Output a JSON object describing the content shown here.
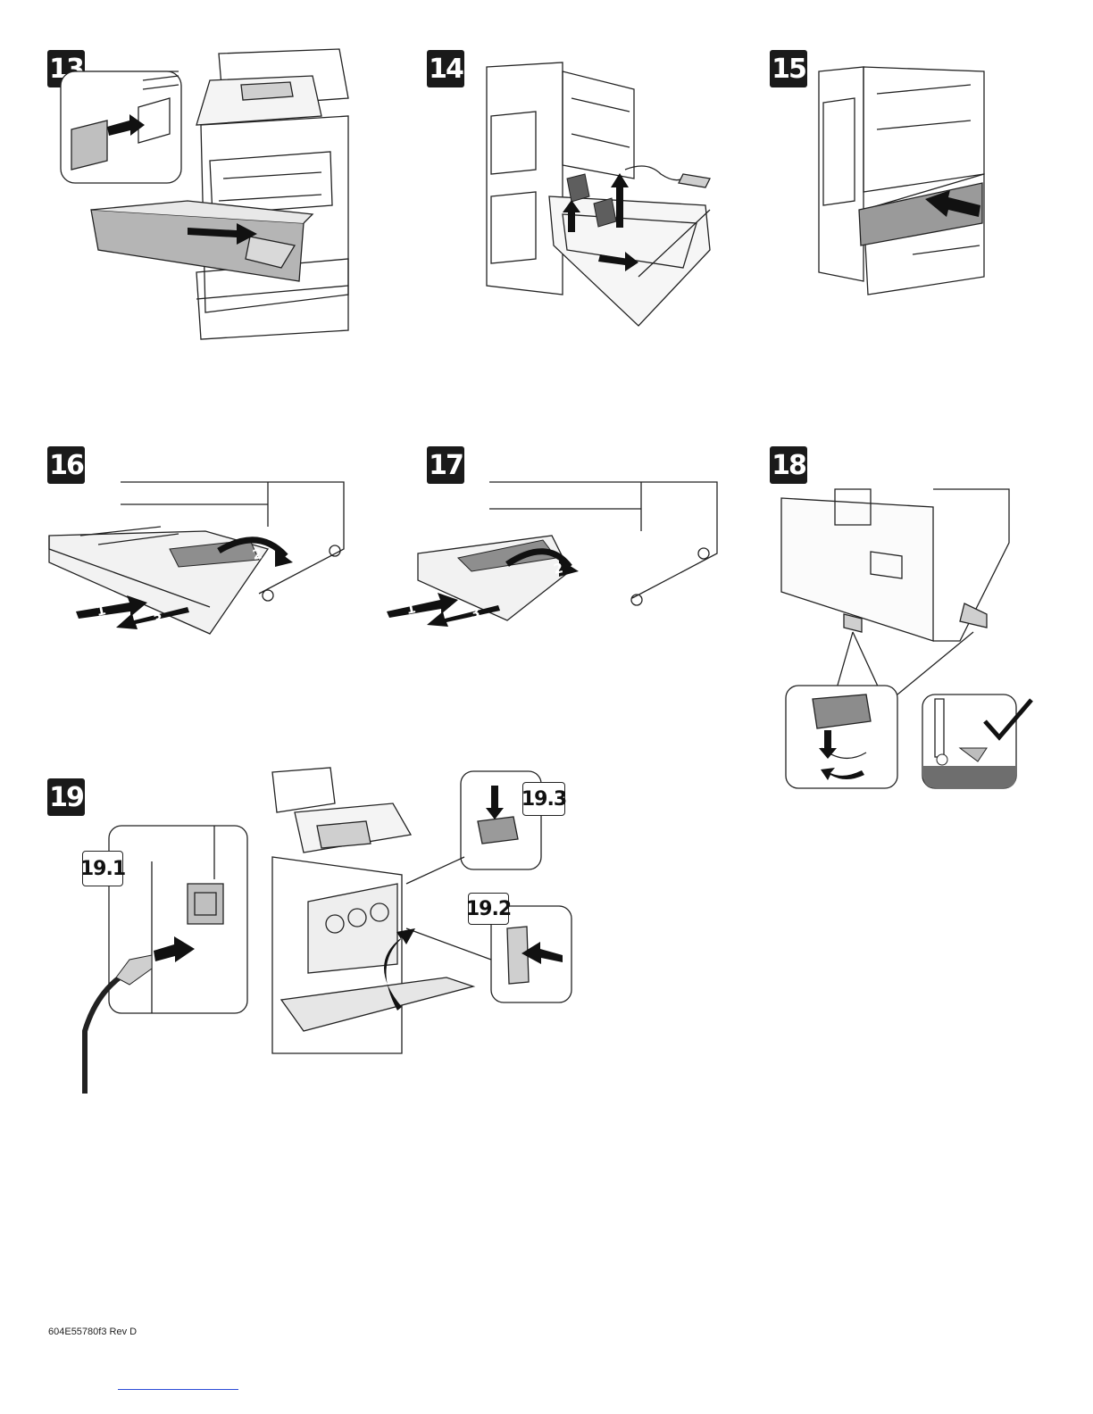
{
  "steps": {
    "s13": "13",
    "s14": "14",
    "s15": "15",
    "s16": "16",
    "s17": "17",
    "s18": "18",
    "s19": "19"
  },
  "substeps": {
    "s19_1": "19.1",
    "s19_2": "19.2",
    "s19_3": "19.3"
  },
  "callout_numbers": {
    "step16": [
      "1",
      "2",
      "3"
    ],
    "step17": [
      "1",
      "2",
      "3"
    ]
  },
  "footer": {
    "doc_code": "604E55780f3 Rev D"
  },
  "colors": {
    "badge_bg": "#1a1a1a",
    "line": "#222222",
    "highlight_gray": "#9a9a9a",
    "floor_gray": "#6e6e6e"
  }
}
